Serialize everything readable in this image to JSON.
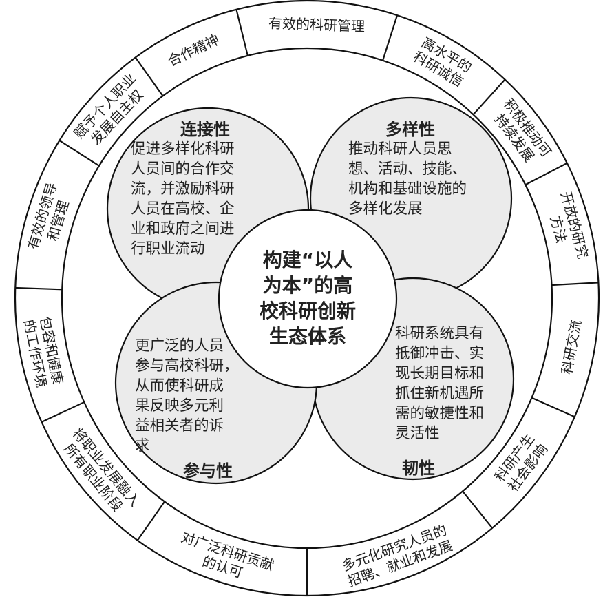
{
  "center": {
    "lines": [
      "构建“以人",
      "为本”的高",
      "校科研创新",
      "生态体系"
    ]
  },
  "petals": [
    {
      "title": "连接性",
      "lines": [
        "促进多样化科研",
        "人员间的合作交",
        "流，并激励科研",
        "人员在高校、企",
        "业和政府之间进",
        "行职业流动"
      ]
    },
    {
      "title": "多样性",
      "lines": [
        "推动科研人员思",
        "想、活动、技能、",
        "机构和基础设施的",
        "多样化发展"
      ]
    },
    {
      "title": "韧性",
      "lines": [
        "科研系统具有",
        "抵御冲击、实",
        "现长期目标和",
        "抓住新机遇所",
        "需的敏捷性和",
        "灵活性"
      ]
    },
    {
      "title": "参与性",
      "lines": [
        "更广泛的人员",
        "参与高校科研，",
        "从而使科研成",
        "果反映多元利",
        "益相关者的诉",
        "求"
      ]
    }
  ],
  "ring": [
    {
      "lines": [
        "有效的科研管理"
      ]
    },
    {
      "lines": [
        "高水平的",
        "科研诚信"
      ]
    },
    {
      "lines": [
        "积极推动可",
        "持续发展"
      ]
    },
    {
      "lines": [
        "开放的研究",
        "方法"
      ]
    },
    {
      "lines": [
        "科研交流"
      ]
    },
    {
      "lines": [
        "科研产生",
        "社会影响"
      ]
    },
    {
      "lines": [
        "多元化研究人员的",
        "招聘、就业和发展"
      ]
    },
    {
      "lines": [
        "对广泛科研贡献",
        "的认可"
      ]
    },
    {
      "lines": [
        "将职业发展融入",
        "所有职业阶段"
      ]
    },
    {
      "lines": [
        "包容和健康",
        "的工作环境"
      ]
    },
    {
      "lines": [
        "有效的领导",
        "和管理"
      ]
    },
    {
      "lines": [
        "赋予个人职业",
        "发展自主权"
      ]
    },
    {
      "lines": [
        "合作精神"
      ]
    }
  ],
  "colors": {
    "petal_fill": "#ebebeb",
    "stroke": "#111111",
    "background": "#ffffff"
  }
}
